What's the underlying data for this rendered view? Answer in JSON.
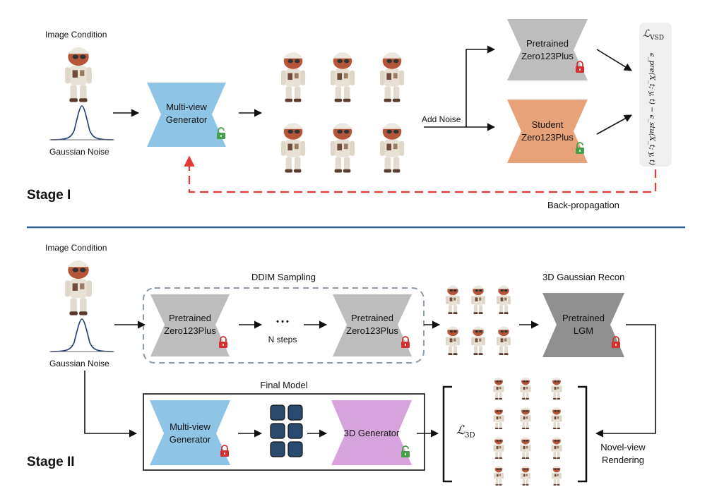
{
  "stage1": {
    "title": "Stage I",
    "image_condition": "Image Condition",
    "gaussian_noise": "Gaussian Noise",
    "generator": [
      "Multi-view",
      "Generator"
    ],
    "add_noise": "Add Noise",
    "pretrained": [
      "Pretrained",
      "Zero123Plus"
    ],
    "student": [
      "Student",
      "Zero123Plus"
    ],
    "loss": "ℒ",
    "loss_sub": "VSD",
    "loss_formula": "ϵ_pre(X_t; y, t) − ϵ_stu(X_t; y, t)",
    "backprop": "Back-propagation"
  },
  "stage2": {
    "title": "Stage II",
    "image_condition": "Image Condition",
    "gaussian_noise": "Gaussian Noise",
    "ddim": "DDIM Sampling",
    "pretrained_a": [
      "Pretrained",
      "Zero123Plus"
    ],
    "pretrained_b": [
      "Pretrained",
      "Zero123Plus"
    ],
    "dots": "• • •",
    "n_steps": "N steps",
    "recon_title": "3D Gaussian Recon",
    "lgm": [
      "Pretrained",
      "LGM"
    ],
    "final_model": "Final Model",
    "generator": [
      "Multi-view",
      "Generator"
    ],
    "generator3d": "3D Generator",
    "loss": "ℒ",
    "loss_sub": "3D",
    "novel_view": [
      "Novel-view",
      "Rendering"
    ]
  },
  "colors": {
    "generator_blue": "#8ec5e6",
    "pretrained_gray": "#bdbdbd",
    "student_orange": "#e8a27a",
    "lgm_gray": "#8f8f8f",
    "generator3d_purple": "#d7a3dc",
    "backprop_red": "#e53935",
    "divider_blue": "#2f5f8a",
    "grid_tile": "#2b4b6e",
    "lock_red": "#d32f2f",
    "unlock_green": "#43a047"
  },
  "icons": {
    "lock": "lock-icon",
    "unlock": "unlock-icon",
    "character": "character-render"
  }
}
